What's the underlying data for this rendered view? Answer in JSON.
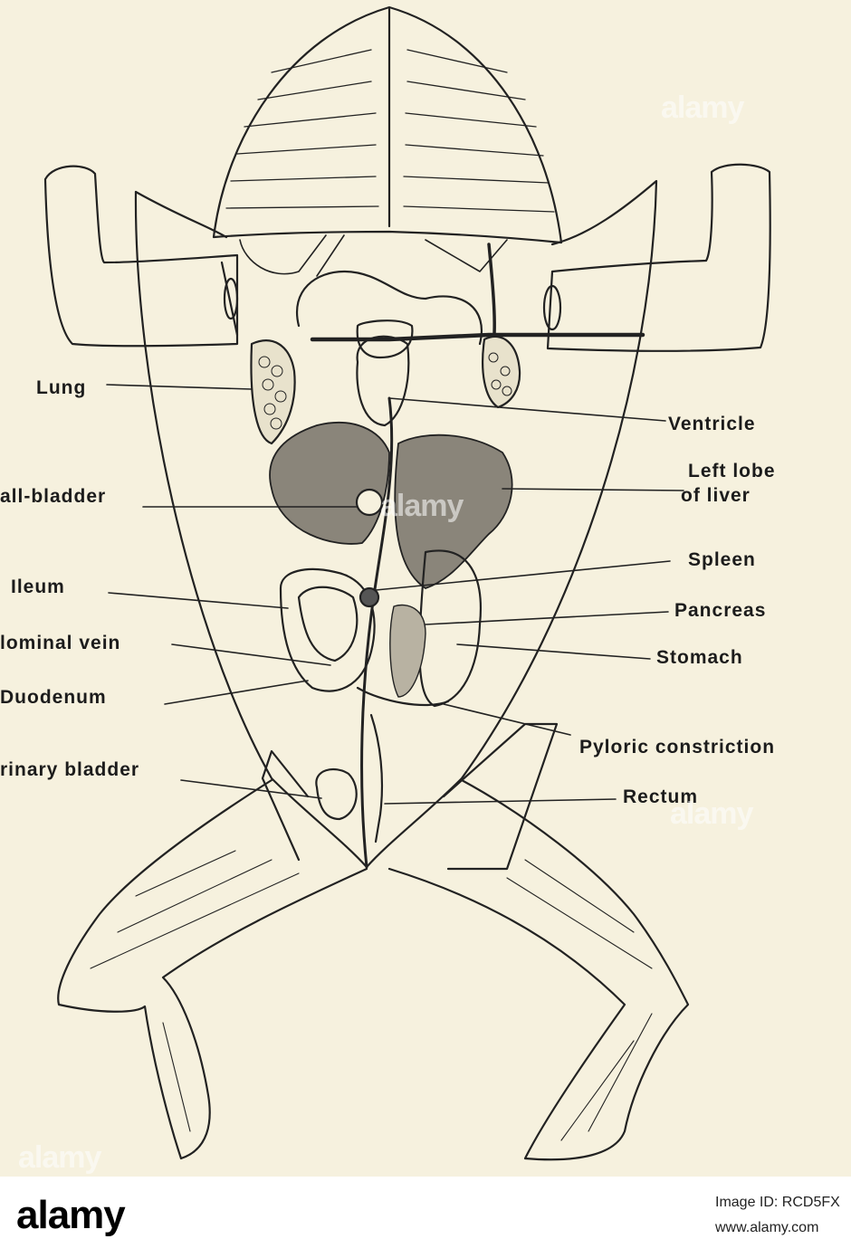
{
  "labels": {
    "lung": "Lung",
    "ventricle": "Ventricle",
    "left_lobe_liver_1": "Left lobe",
    "left_lobe_liver_2": "of liver",
    "gall_bladder": "all-bladder",
    "spleen": "Spleen",
    "ileum": "Ileum",
    "pancreas": "Pancreas",
    "abdominal_vein": "lominal vein",
    "stomach": "Stomach",
    "duodenum": "Duodenum",
    "pyloric_constriction": "Pyloric constriction",
    "urinary_bladder": "rinary bladder",
    "rectum": "Rectum"
  },
  "watermark": {
    "text": "alamy"
  },
  "footer": {
    "logo": "alamy",
    "image_id": "Image ID: RCD5FX",
    "site": "www.alamy.com"
  }
}
